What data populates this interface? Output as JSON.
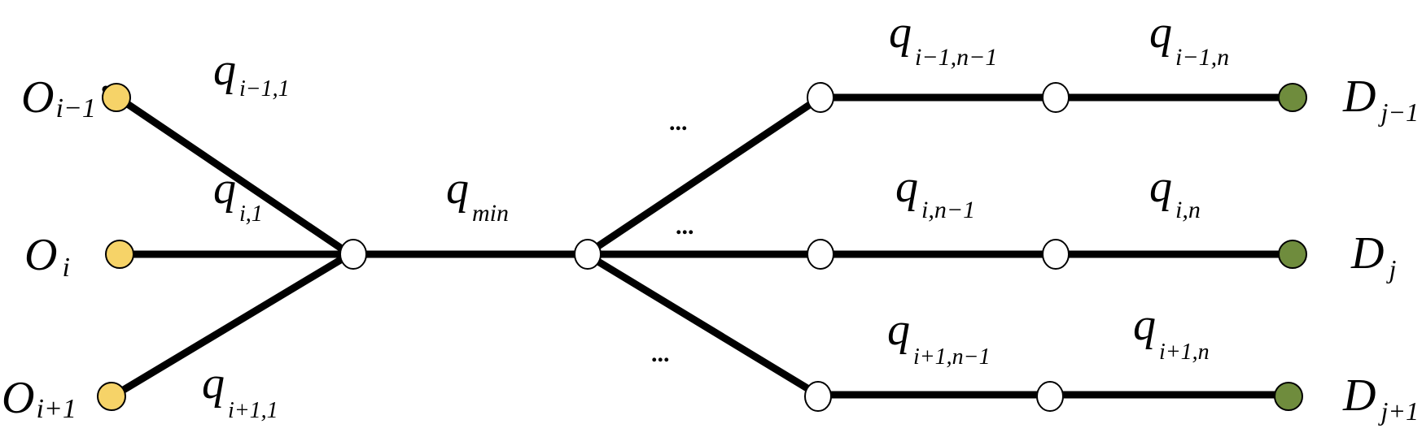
{
  "diagram": {
    "colors": {
      "origin_fill": "#F6D368",
      "destination_fill": "#6F8C3D",
      "junction_fill": "#FFFFFF",
      "edge": "#000000"
    },
    "origins": [
      {
        "main": "O",
        "sub": "i−1"
      },
      {
        "main": "O",
        "sub": "i"
      },
      {
        "main": "O",
        "sub": "i+1"
      }
    ],
    "destinations": [
      {
        "main": "D",
        "sub": "j−1"
      },
      {
        "main": "D",
        "sub": "j"
      },
      {
        "main": "D",
        "sub": "j+1"
      }
    ],
    "flows": {
      "q_top_left": {
        "main": "q",
        "sub": "i−1,1"
      },
      "q_mid_left": {
        "main": "q",
        "sub": "i,1"
      },
      "q_bot_left": {
        "main": "q",
        "sub": "i+1,1"
      },
      "q_min": {
        "main": "q",
        "sub": "min"
      },
      "q_top_n1": {
        "main": "q",
        "sub": "i−1,n−1"
      },
      "q_top_n": {
        "main": "q",
        "sub": "i−1,n"
      },
      "q_mid_n1": {
        "main": "q",
        "sub": "i,n−1"
      },
      "q_mid_n": {
        "main": "q",
        "sub": "i,n"
      },
      "q_bot_n1": {
        "main": "q",
        "sub": "i+1,n−1"
      },
      "q_bot_n": {
        "main": "q",
        "sub": "i+1,n"
      }
    },
    "ellipsis": [
      "...",
      "...",
      "..."
    ]
  }
}
